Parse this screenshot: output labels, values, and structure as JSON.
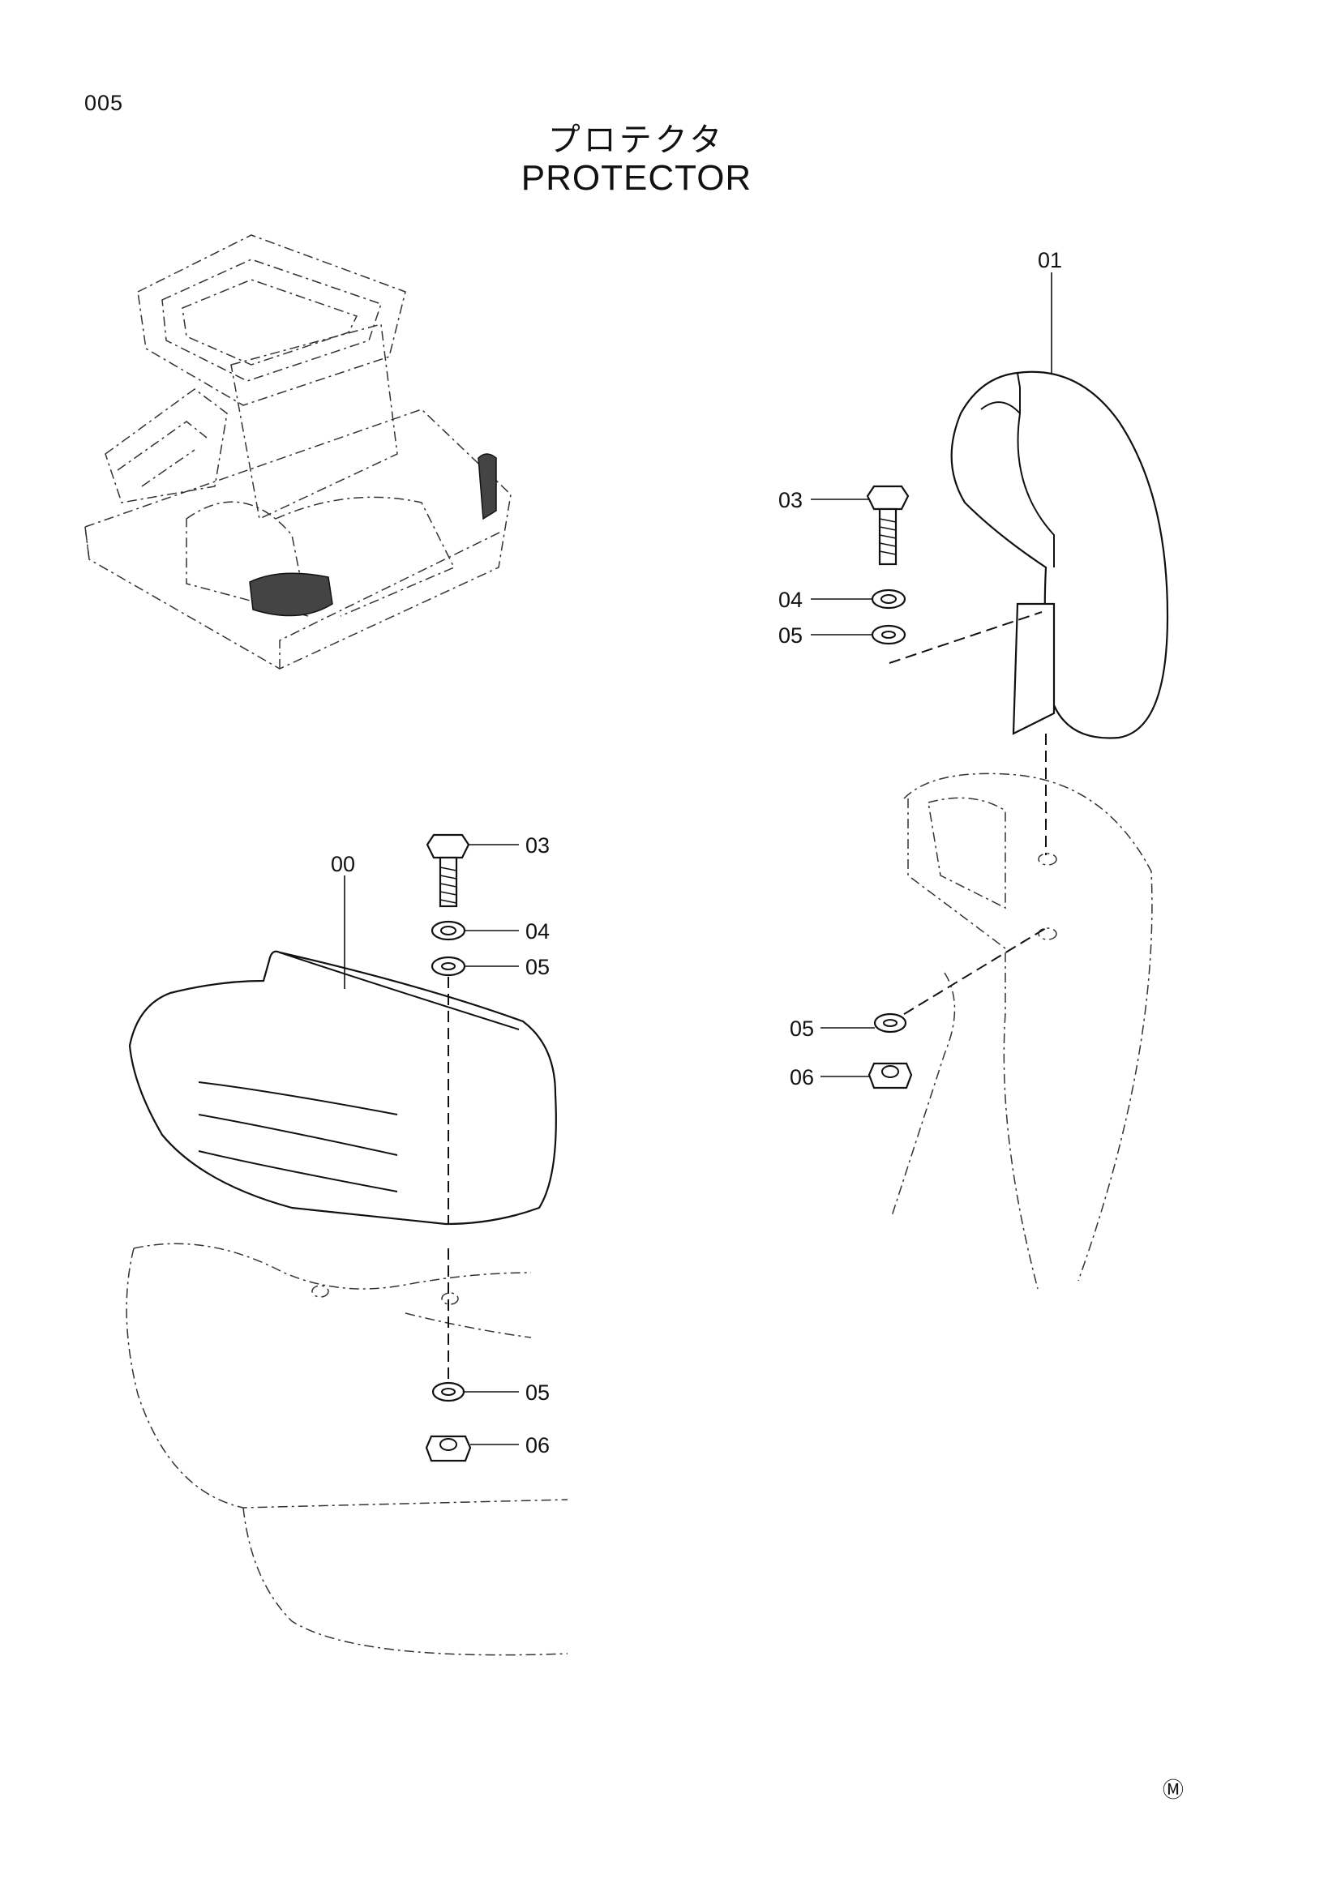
{
  "page": {
    "number": "005",
    "title_jp": "プロテクタ",
    "title_en": "PROTECTOR",
    "mark": "Ⓜ"
  },
  "callouts": {
    "left_view": {
      "assembly": "00",
      "bolt": "03",
      "lock_washer": "04",
      "washer_top": "05",
      "washer_bottom": "05",
      "nut": "06"
    },
    "right_view": {
      "protector": "01",
      "bolt": "03",
      "lock_washer": "04",
      "washer_top": "05",
      "washer_bottom": "05",
      "nut": "06"
    }
  },
  "icons": [
    "hex-bolt-icon",
    "lock-washer-icon",
    "flat-washer-icon",
    "hex-nut-icon"
  ]
}
